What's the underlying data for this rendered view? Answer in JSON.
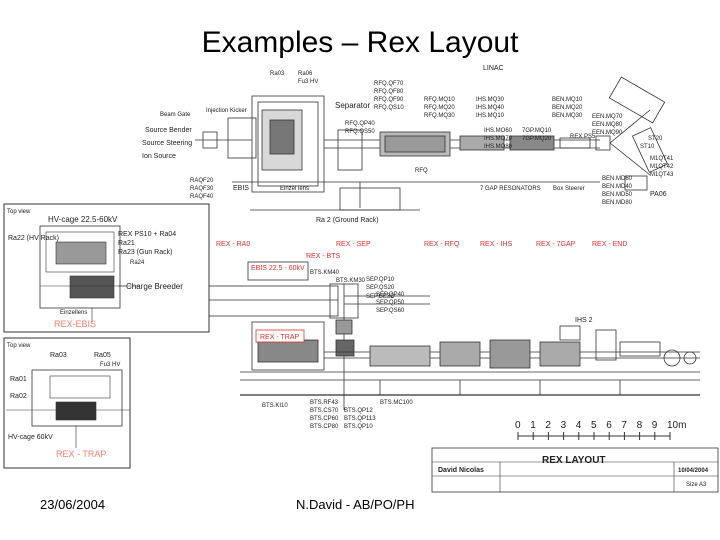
{
  "title": "Examples – Rex Layout",
  "footer": {
    "date": "23/06/2004",
    "author": "N.David - AB/PO/PH"
  },
  "top_labels": {
    "linac": "LINAC",
    "ra03": "Ra03",
    "ra06": "Ra06",
    "fu3hv": "Fu3 HV",
    "beam_gate": "Beam Gate",
    "injection_kicker": "Injection Kicker",
    "source_bender": "Source Bender",
    "source_steering": "Source Steering",
    "ion_source": "Ion Source",
    "separator": "Separator",
    "rfq_qf": [
      "RFQ.QF70",
      "RFQ.QF80",
      "RFQ.QF90",
      "RFQ.QS10"
    ],
    "rfq_mq": [
      "RFQ.MQ10",
      "RFQ.MQ20",
      "RFQ.MQ30"
    ],
    "ihs_mq": [
      "IHS.MQ30",
      "IHS.MQ40",
      "IHS.MQ10"
    ],
    "ben_mq": [
      "BEN.MQ10",
      "BEN.MQ20",
      "BEN.MQ30"
    ],
    "een_mq": [
      "EEN.MQ70",
      "EEN.MQ80",
      "EEN.MQ90"
    ],
    "rfq_qp": [
      "RFQ.QP40",
      "RFQ.QS50"
    ],
    "ihs_mo": [
      "IHS.MO60",
      "IHS.MO70",
      "IHS.MO80"
    ],
    "tgp": [
      "7GP.MQ10",
      "7GP.MQ20"
    ],
    "rex_ps": "REX PS5",
    "st20": "ST20",
    "st10": "ST10",
    "m1qt": [
      "M1QT41",
      "M1QT42",
      "M1QT43"
    ],
    "ben_md": [
      "BEN.MD60",
      "BEN.MD40",
      "BEN.MD50",
      "BEN.MD80"
    ],
    "pa06": "PA06",
    "raqf": [
      "RAQF20",
      "RAQF30",
      "RAQF40"
    ],
    "ebis_small": "EBIS",
    "einzel_lens": "Einzel lens",
    "rfq": "RFQ",
    "gap_res": "7 GAP RESONATORS",
    "box_steerer": "Box Steerer",
    "ra2_ground": "Ra 2 (Ground Rack)"
  },
  "sections": [
    "REX - RA0",
    "REX - SEP",
    "REX - RFQ",
    "REX - IHS",
    "REX - 7GAP",
    "REX - END"
  ],
  "bts_label": "REX - BTS",
  "ebis_label": "EBIS 22.5 - 60kV",
  "mid_labels": {
    "bts_km": [
      "BTS.KM30",
      "BTS.KM40"
    ],
    "sep_qp": [
      "SEP.QP10",
      "SEP.QS20"
    ],
    "sep_be": "SEP.BE3D",
    "sep_qp2": [
      "SEP.QP40",
      "SEP.QP50",
      "SEP.QS60"
    ],
    "ihs2": "IHS 2",
    "rex_trap": "REX - TRAP",
    "bts_bottom": [
      "BTS.KI10",
      "BTS.RF43",
      "BTS.CS70",
      "BTS.CP60",
      "BTS.CP80"
    ],
    "bts_qp": [
      "BTS.QP12",
      "BTS.QP113",
      "BTS.QP10"
    ],
    "bts_mc": "BTS.MC100"
  },
  "inset1": {
    "top_view": "Top view",
    "hv_cage": "HV-cage 22.5-60kV",
    "ra22": "Ra22 (HV Rack)",
    "rex_ps10": "REX PS10 + Ra04",
    "ra21": "Ra21",
    "ra23": "Ra23 (Gun Rack)",
    "ra24": "Ra24",
    "charge_breeder": "Charge Breeder",
    "einzellens": "Einzellens",
    "name": "REX-EBIS"
  },
  "inset2": {
    "top_view": "Top view",
    "ra03": "Ra03",
    "ra05": "Ra05",
    "fu3hv": "Fu3 HV",
    "ra01": "Ra01",
    "ra02": "Ra02",
    "hv_cage": "HV-cage 60kV",
    "name": "REX - TRAP"
  },
  "scale": {
    "ticks": [
      "0",
      "1",
      "2",
      "3",
      "4",
      "5",
      "6",
      "7",
      "8",
      "9",
      "10m"
    ]
  },
  "title_block": {
    "name": "David Nicolas",
    "title": "REX LAYOUT",
    "date": "10/04/2004",
    "size": "Size A3"
  },
  "colors": {
    "accent": "#e03030",
    "line": "#333333"
  }
}
